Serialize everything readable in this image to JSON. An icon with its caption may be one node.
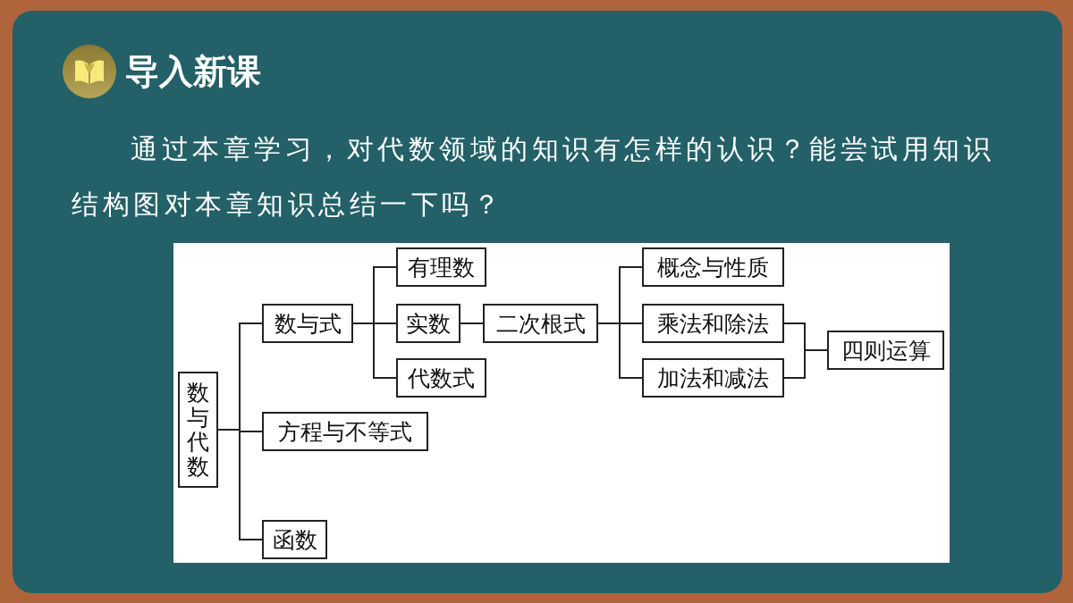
{
  "diagram": {
    "title": "导入新课",
    "nodes": [
      {
        "text": [
          "数与代数"
        ]
      },
      {
        "text": [
          "数与式"
        ]
      },
      {
        "text": [
          "方程与不等式"
        ]
      },
      {
        "text": [
          "函数"
        ]
      },
      {
        "text": [
          "有理数"
        ]
      },
      {
        "text": [
          "实数"
        ]
      },
      {
        "text": [
          "代数式"
        ]
      },
      {
        "text": [
          "二次根式"
        ]
      },
      {
        "text": [
          "概念与性质"
        ]
      },
      {
        "text": [
          "乘法和除法"
        ]
      },
      {
        "text": [
          "加法和减法"
        ]
      },
      {
        "text": [
          "四则运算"
        ]
      }
    ],
    "edges": [
      {
        "from": 0,
        "to": 1,
        "arrow": "none"
      },
      {
        "from": 0,
        "to": 2,
        "arrow": "none"
      },
      {
        "from": 0,
        "to": 3,
        "arrow": "none"
      },
      {
        "from": 1,
        "to": 4,
        "arrow": "none"
      },
      {
        "from": 1,
        "to": 5,
        "arrow": "none"
      },
      {
        "from": 1,
        "to": 6,
        "arrow": "none"
      },
      {
        "from": 5,
        "to": 7,
        "arrow": "none"
      },
      {
        "from": 7,
        "to": 8,
        "arrow": "none"
      },
      {
        "from": 7,
        "to": 9,
        "arrow": "none"
      },
      {
        "from": 7,
        "to": 10,
        "arrow": "none"
      },
      {
        "from": 9,
        "to": 11,
        "arrow": "none"
      },
      {
        "from": 10,
        "to": 11,
        "arrow": "none"
      }
    ],
    "labels": [
      "通过本章学习，对代数领域的知识有怎样的认识？能尝试用知识结构图对本章知识总结一下吗？"
    ]
  }
}
